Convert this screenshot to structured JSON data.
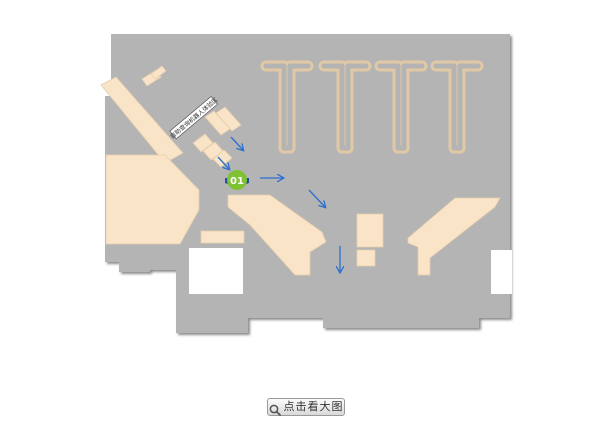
{
  "map": {
    "marker_label": "01",
    "sign_text": "自助查询机器人体验区",
    "colors": {
      "floor": "#b4b4b4",
      "floor_shadow": "#7f7f7f",
      "room": "#f9e4c8",
      "room_edge": "#e6cdae",
      "void": "#ffffff",
      "arrow": "#2a6fd0",
      "marker_top": "#7fc233",
      "marker_base": "#1f4fa8"
    }
  },
  "button": {
    "label": "点击看大图",
    "icon": "magnifier-icon"
  }
}
